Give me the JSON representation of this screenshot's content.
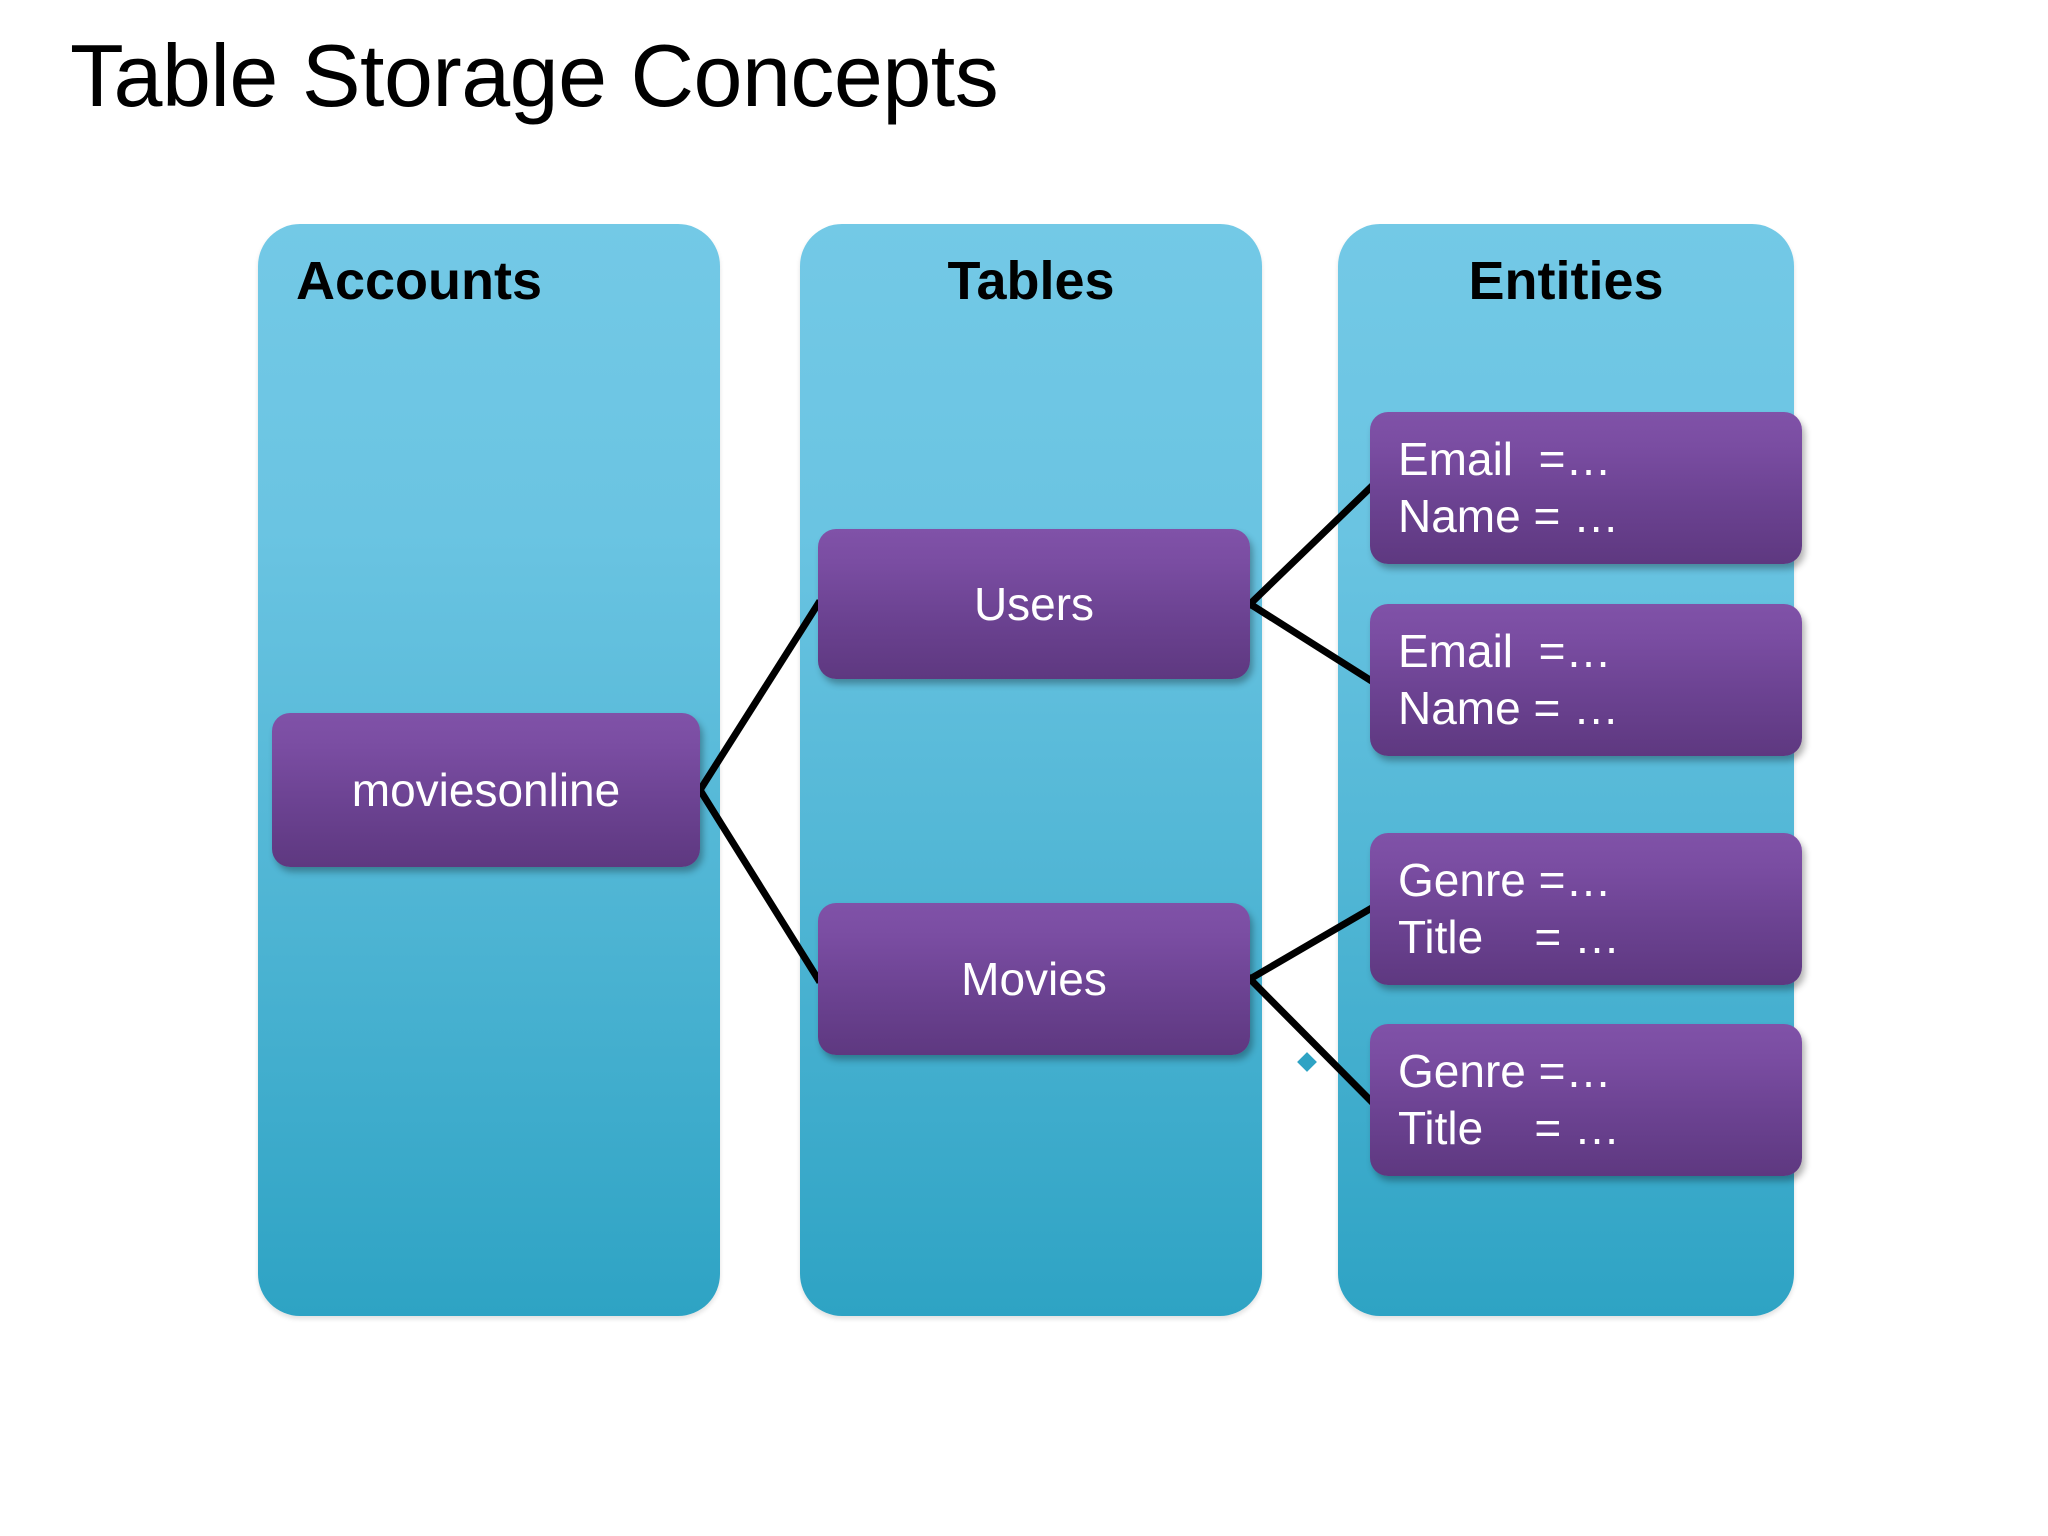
{
  "slide": {
    "title": "Table Storage Concepts",
    "background_color": "#FFFFFF"
  },
  "colors": {
    "panel_top": "#73C9E6",
    "panel_bottom": "#2EA3C4",
    "box_top": "#8052A8",
    "box_bottom": "#5E3880",
    "box_text": "#FFFFFF",
    "header_text": "#000000",
    "connector": "#000000"
  },
  "columns": [
    {
      "key": "accounts",
      "header": "Accounts",
      "boxes": [
        {
          "key": "moviesonline",
          "label": "moviesonline"
        }
      ]
    },
    {
      "key": "tables",
      "header": "Tables",
      "boxes": [
        {
          "key": "users",
          "label": "Users"
        },
        {
          "key": "movies",
          "label": "Movies"
        }
      ]
    },
    {
      "key": "entities",
      "header": "Entities",
      "boxes": [
        {
          "key": "entity-1",
          "line1": "Email  =…",
          "line2": "Name = …"
        },
        {
          "key": "entity-2",
          "line1": "Email  =…",
          "line2": "Name = …"
        },
        {
          "key": "entity-3",
          "line1": "Genre =…",
          "line2": "Title    = …"
        },
        {
          "key": "entity-4",
          "line1": "Genre =…",
          "line2": "Title    = …"
        }
      ]
    }
  ],
  "connectors": [
    {
      "from": "moviesonline",
      "to": "users"
    },
    {
      "from": "moviesonline",
      "to": "movies"
    },
    {
      "from": "users",
      "to": "entity-1"
    },
    {
      "from": "users",
      "to": "entity-2"
    },
    {
      "from": "movies",
      "to": "entity-3"
    },
    {
      "from": "movies",
      "to": "entity-4"
    }
  ]
}
